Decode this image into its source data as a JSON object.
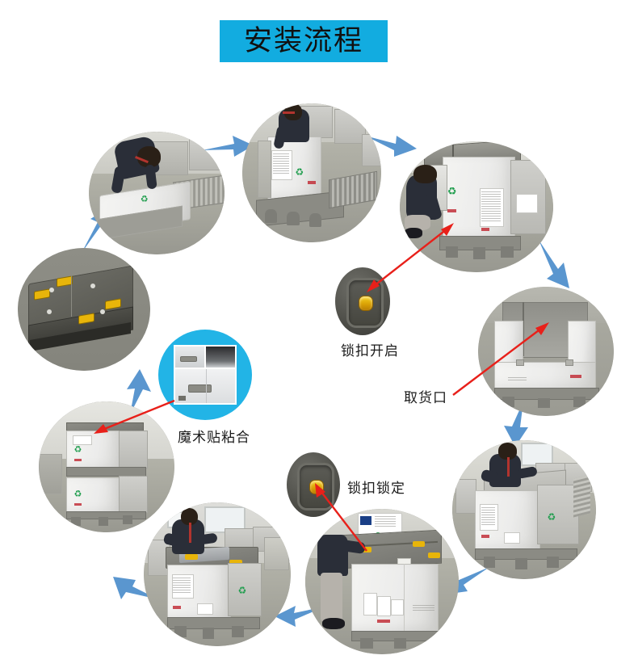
{
  "title": {
    "text": "安装流程",
    "banner_color": "#12ace0"
  },
  "colors": {
    "flow_arrow": "#5a96cf",
    "pointer_arrow": "#e8201a",
    "accent_cyan": "#22b4e6",
    "latch_yellow": "#e8b50a"
  },
  "steps": [
    {
      "id": "step-1",
      "name": "folded-pallet-stack",
      "alt": "折叠托盘箱"
    },
    {
      "id": "step-2",
      "name": "worker-lifting-lid",
      "alt": "工人抬起顶盖"
    },
    {
      "id": "step-3",
      "name": "worker-unfolding-panel",
      "alt": "工人展开侧板"
    },
    {
      "id": "step-4",
      "name": "worker-crouching-by-box",
      "alt": "工人在箱体旁固定"
    },
    {
      "id": "step-5",
      "name": "box-with-access-door",
      "alt": "带取货口的箱体"
    },
    {
      "id": "step-6",
      "name": "worker-assembling-walls",
      "alt": "工人安装围板"
    },
    {
      "id": "step-7",
      "name": "worker-locking-lid",
      "alt": "工人锁定顶盖"
    },
    {
      "id": "step-8",
      "name": "worker-placing-lid",
      "alt": "工人盖上顶盖"
    },
    {
      "id": "step-9",
      "name": "stacked-containers",
      "alt": "堆叠的箱体"
    }
  ],
  "callouts": [
    {
      "id": "callout-lock-open",
      "label": "锁扣开启",
      "kind": "lock-unlocked"
    },
    {
      "id": "callout-access-port",
      "label": "取货口",
      "kind": "text-only"
    },
    {
      "id": "callout-velcro",
      "label": "魔术贴粘合",
      "kind": "velcro"
    },
    {
      "id": "callout-lock-closed",
      "label": "锁扣锁定",
      "kind": "lock-locked"
    }
  ],
  "flow": {
    "direction": "counter-clockwise",
    "arrow_count": 9
  }
}
